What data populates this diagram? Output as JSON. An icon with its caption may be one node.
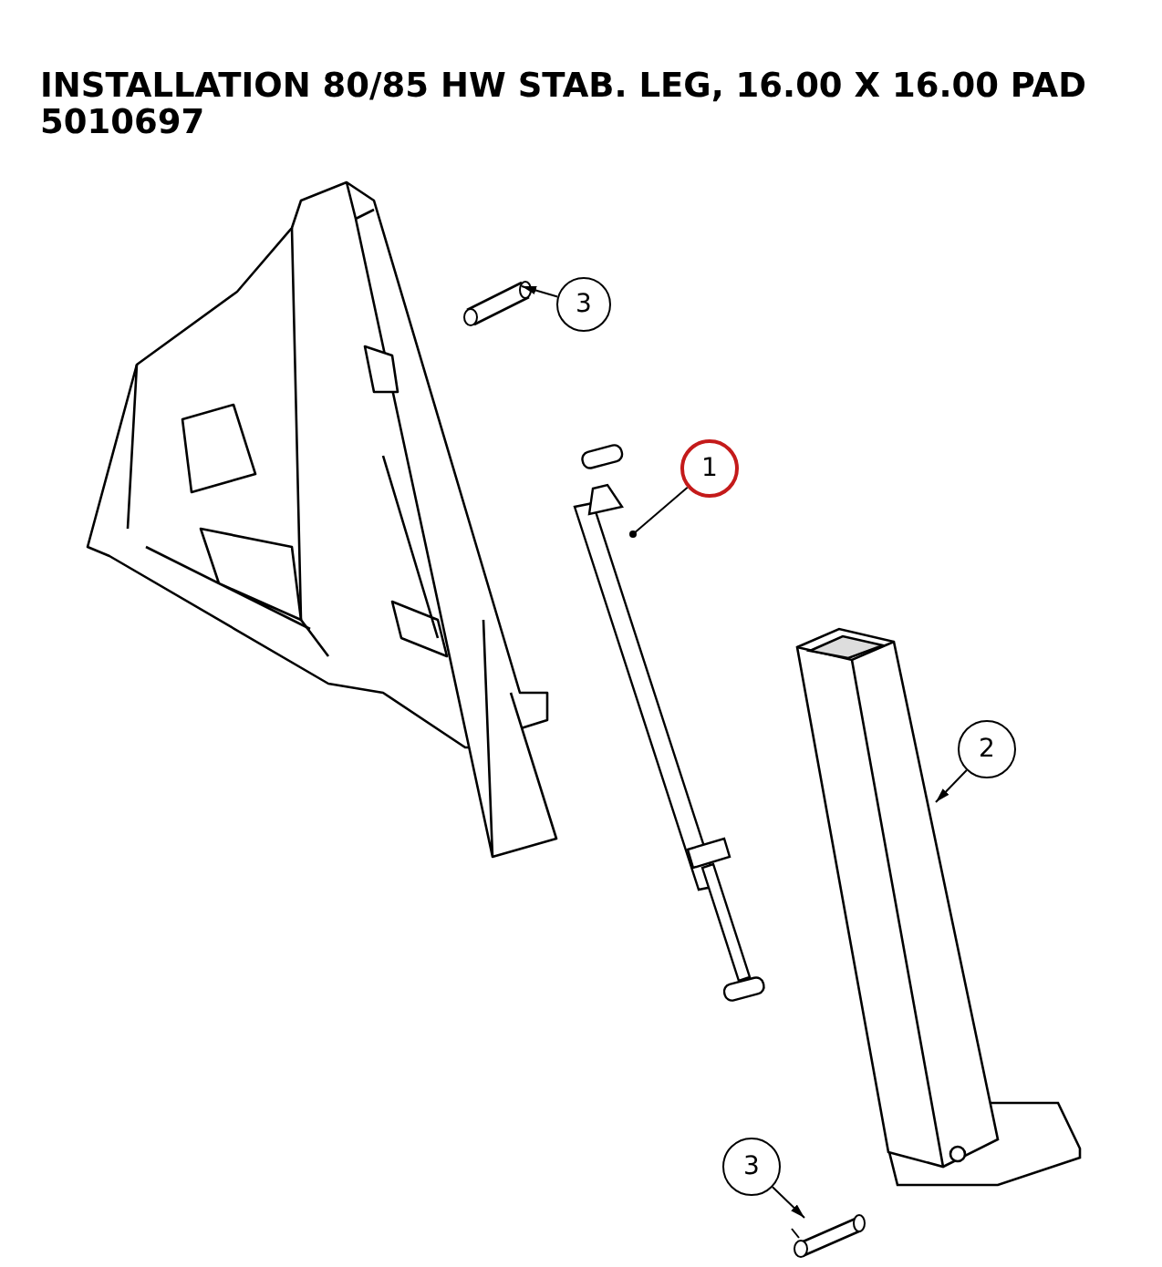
{
  "diagram": {
    "title": "INSTALLATION 80/85 HW STAB. LEG, 16.00 X 16.00 PAD",
    "nodes": [
      {
        "text": [
          "3"
        ]
      },
      {
        "text": [],
        "shape": "picture"
      },
      {
        "text": [
          "1"
        ]
      },
      {
        "text": [],
        "shape": "picture"
      },
      {
        "text": [
          "2"
        ]
      },
      {
        "text": [],
        "shape": "picture"
      },
      {
        "text": [
          "3"
        ]
      },
      {
        "text": [],
        "shape": "picture"
      }
    ],
    "edges": [
      {
        "from": 0,
        "to": 1,
        "arrow": "to"
      },
      {
        "from": 2,
        "to": 3,
        "arrow": "other"
      },
      {
        "from": 4,
        "to": 5,
        "arrow": "to"
      },
      {
        "from": 6,
        "to": 7,
        "arrow": "to"
      }
    ],
    "labels": [
      "5010697"
    ]
  }
}
